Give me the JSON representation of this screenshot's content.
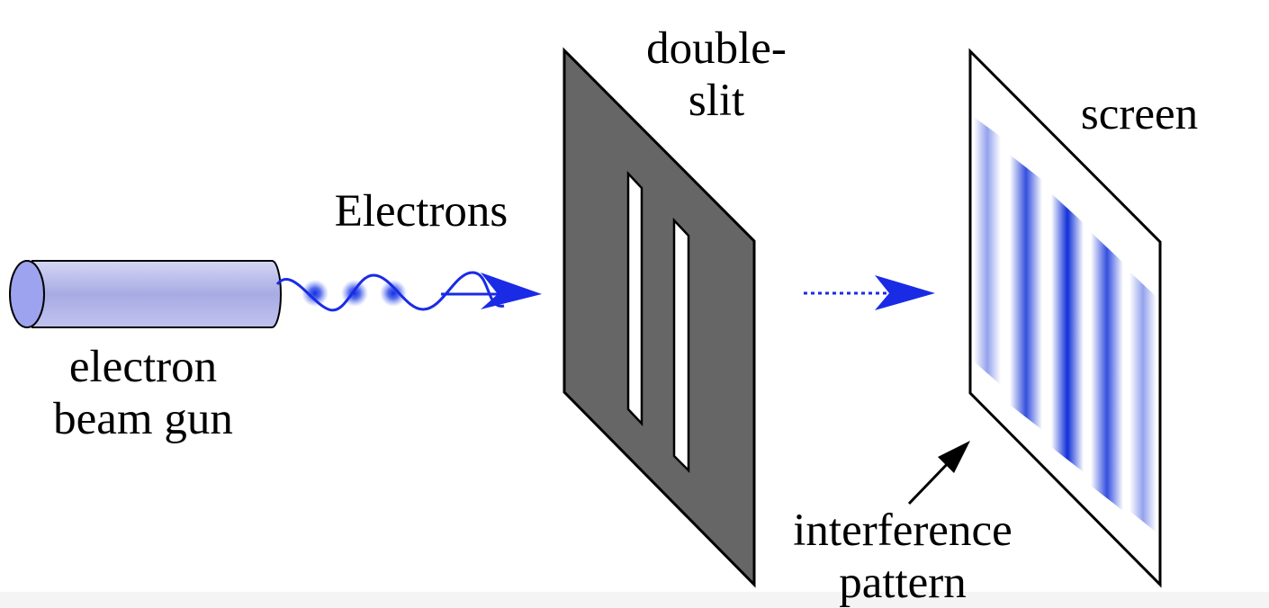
{
  "labels": {
    "gun_line1": "electron",
    "gun_line2": "beam gun",
    "electrons": "Electrons",
    "slit_line1": "double-",
    "slit_line2": "slit",
    "screen": "screen",
    "pattern_line1": "interference",
    "pattern_line2": "pattern"
  },
  "colors": {
    "gun_body": "#b3b6e8",
    "gun_outline": "#000000",
    "wave": "#1a2be6",
    "barrier": "#666666",
    "fringe": "#1030d8"
  }
}
